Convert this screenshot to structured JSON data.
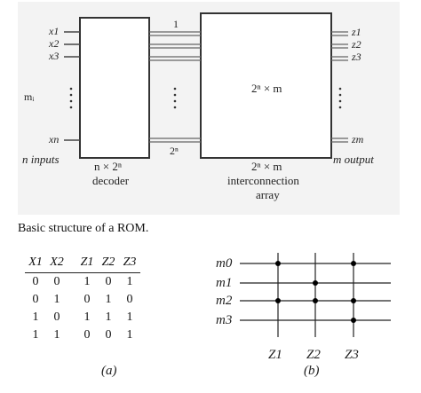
{
  "rom_block_diagram": {
    "inputs_top": [
      "x1",
      "x2",
      "x3"
    ],
    "input_bottom": "xn",
    "mi_label": "mᵢ",
    "inputs_caption": "n inputs",
    "decoder_label_1": "n × 2ⁿ",
    "decoder_label_2": "decoder",
    "wire_top_label": "1",
    "wire_bottom_label": "2ⁿ",
    "array_inner_label": "2ⁿ × m",
    "array_label_1": "2ⁿ × m",
    "array_label_2": "interconnection",
    "array_label_3": "array",
    "outputs_top": [
      "z1",
      "z2",
      "z3"
    ],
    "output_bottom": "zm",
    "outputs_caption": "m output"
  },
  "caption": "Basic structure of a ROM.",
  "truth_table": {
    "input_headers": [
      "X1",
      "X2"
    ],
    "output_headers": [
      "Z1",
      "Z2",
      "Z3"
    ],
    "rows": [
      [
        "0",
        "0",
        "1",
        "0",
        "1"
      ],
      [
        "0",
        "1",
        "0",
        "1",
        "0"
      ],
      [
        "1",
        "0",
        "1",
        "1",
        "1"
      ],
      [
        "1",
        "1",
        "0",
        "0",
        "1"
      ]
    ],
    "label": "(a)"
  },
  "rom_array": {
    "row_labels": [
      "m0",
      "m1",
      "m2",
      "m3"
    ],
    "column_labels": [
      "Z1",
      "Z2",
      "Z3"
    ],
    "connections": [
      [
        1,
        0,
        1
      ],
      [
        0,
        1,
        0
      ],
      [
        1,
        1,
        1
      ],
      [
        0,
        0,
        1
      ]
    ],
    "label": "(b)"
  }
}
